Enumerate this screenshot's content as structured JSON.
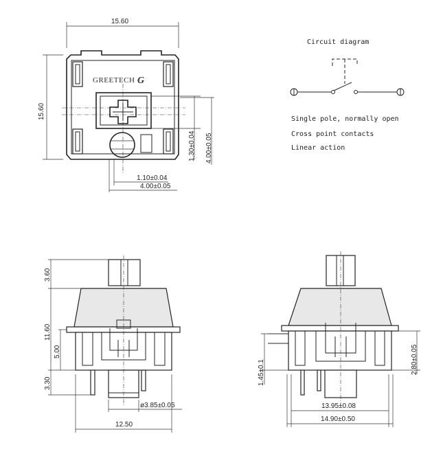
{
  "top_view": {
    "width_dim": "15.60",
    "height_dim": "15.60",
    "brand": "GREETECH",
    "logo": "G",
    "dim_130": "1.30±0.04",
    "dim_400_v": "4.00±0.05",
    "dim_110": "1.10±0.04",
    "dim_400_h": "4.00±0.05"
  },
  "circuit": {
    "title": "Circuit diagram",
    "notes": [
      "Single pole, normally open",
      "Cross point contacts",
      "Linear action"
    ]
  },
  "front_view": {
    "dim_360": "3.60",
    "dim_1160": "11.60",
    "dim_500": "5.00",
    "dim_330": "3.30",
    "dim_385": "ø3.85±0.05",
    "dim_1250": "12.50"
  },
  "side_view": {
    "dim_145": "1.45±0.1",
    "dim_280": "2.80±0.05",
    "dim_1395": "13.95±0.08",
    "dim_1490": "14.90±0.50"
  }
}
